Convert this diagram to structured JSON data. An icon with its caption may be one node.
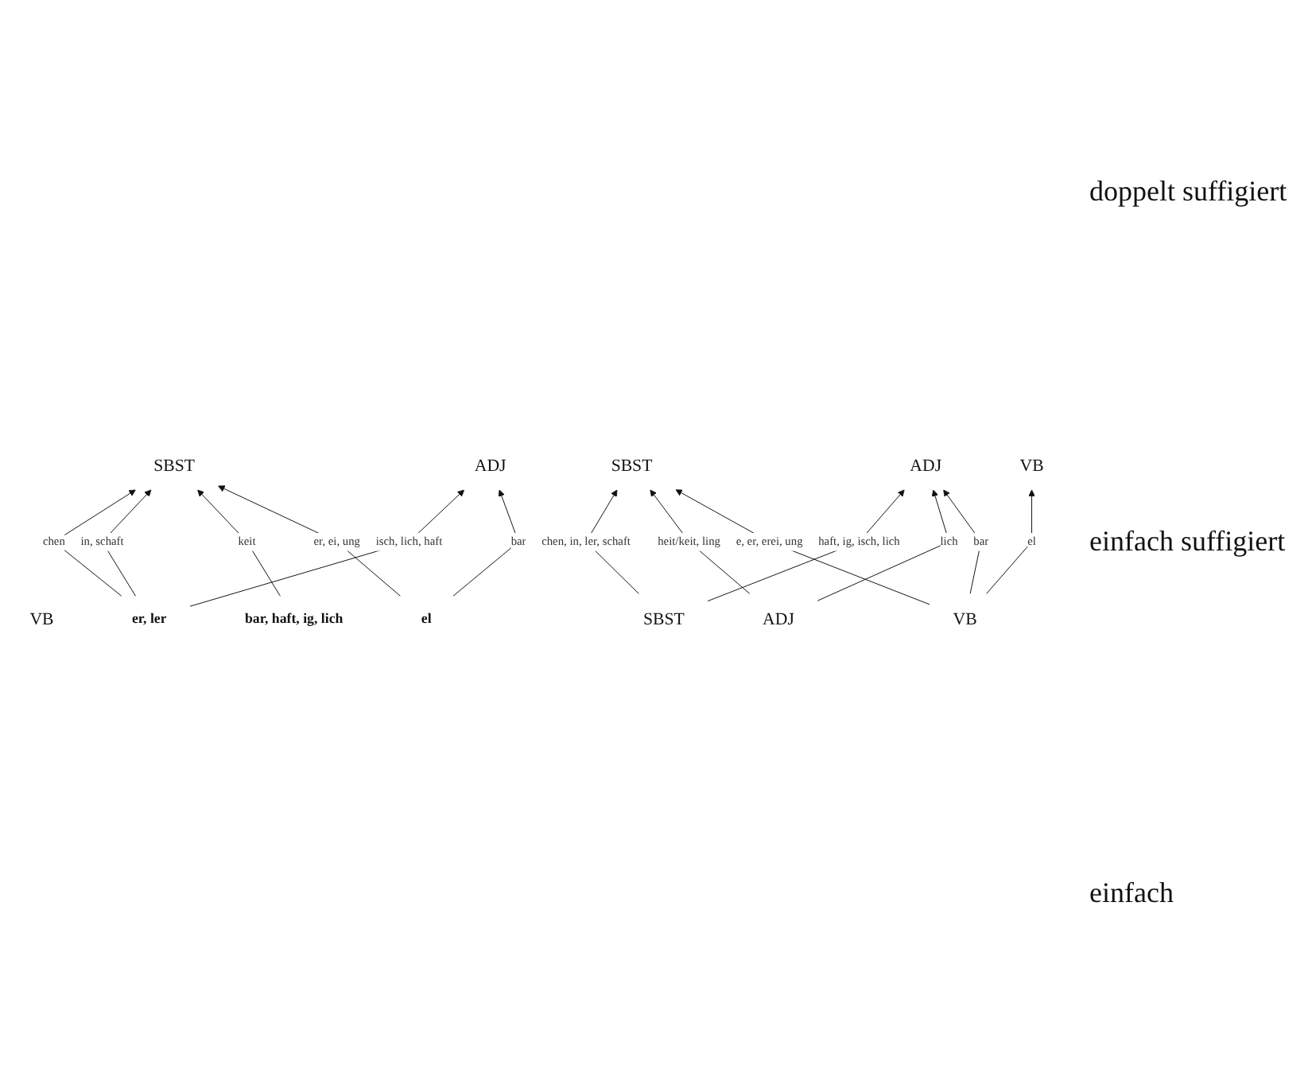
{
  "diagram": {
    "nodes": [
      {
        "text": [
          "SBST"
        ]
      },
      {
        "text": [
          "ADJ"
        ]
      },
      {
        "text": [
          "VB"
        ]
      },
      {
        "text": [
          "er, ler"
        ]
      },
      {
        "text": [
          "bar, haft, ig, lich"
        ]
      },
      {
        "text": [
          "el"
        ]
      },
      {
        "text": [
          "SBST"
        ]
      },
      {
        "text": [
          "ADJ"
        ]
      },
      {
        "text": [
          "VB"
        ]
      },
      {
        "text": [
          "SBST"
        ]
      },
      {
        "text": [
          "ADJ"
        ]
      },
      {
        "text": [
          "VB"
        ]
      }
    ],
    "edges": [
      {
        "from": 3,
        "to": 0,
        "arrow": "to",
        "label": "chen"
      },
      {
        "from": 3,
        "to": 0,
        "arrow": "to",
        "label": "in, schaft"
      },
      {
        "from": 3,
        "to": 1,
        "arrow": "to",
        "label": "isch, lich, haft"
      },
      {
        "from": 4,
        "to": 0,
        "arrow": "to",
        "label": "keit"
      },
      {
        "from": 5,
        "to": 0,
        "arrow": "to",
        "label": "er, ei, ung"
      },
      {
        "from": 5,
        "to": 1,
        "arrow": "to",
        "label": "bar"
      },
      {
        "from": 9,
        "to": 6,
        "arrow": "to",
        "label": "chen, in, ler, schaft"
      },
      {
        "from": 9,
        "to": 7,
        "arrow": "to",
        "label": "haft, ig, isch, lich"
      },
      {
        "from": 10,
        "to": 6,
        "arrow": "to",
        "label": "heit/keit, ling"
      },
      {
        "from": 10,
        "to": 7,
        "arrow": "to",
        "label": "lich"
      },
      {
        "from": 11,
        "to": 6,
        "arrow": "to",
        "label": "e, er, erei, ung"
      },
      {
        "from": 11,
        "to": 7,
        "arrow": "to",
        "label": "bar"
      },
      {
        "from": 11,
        "to": 8,
        "arrow": "to",
        "label": "el"
      }
    ],
    "labels": [
      "doppelt suffigiert",
      "einfach suffigiert",
      "einfach"
    ]
  }
}
